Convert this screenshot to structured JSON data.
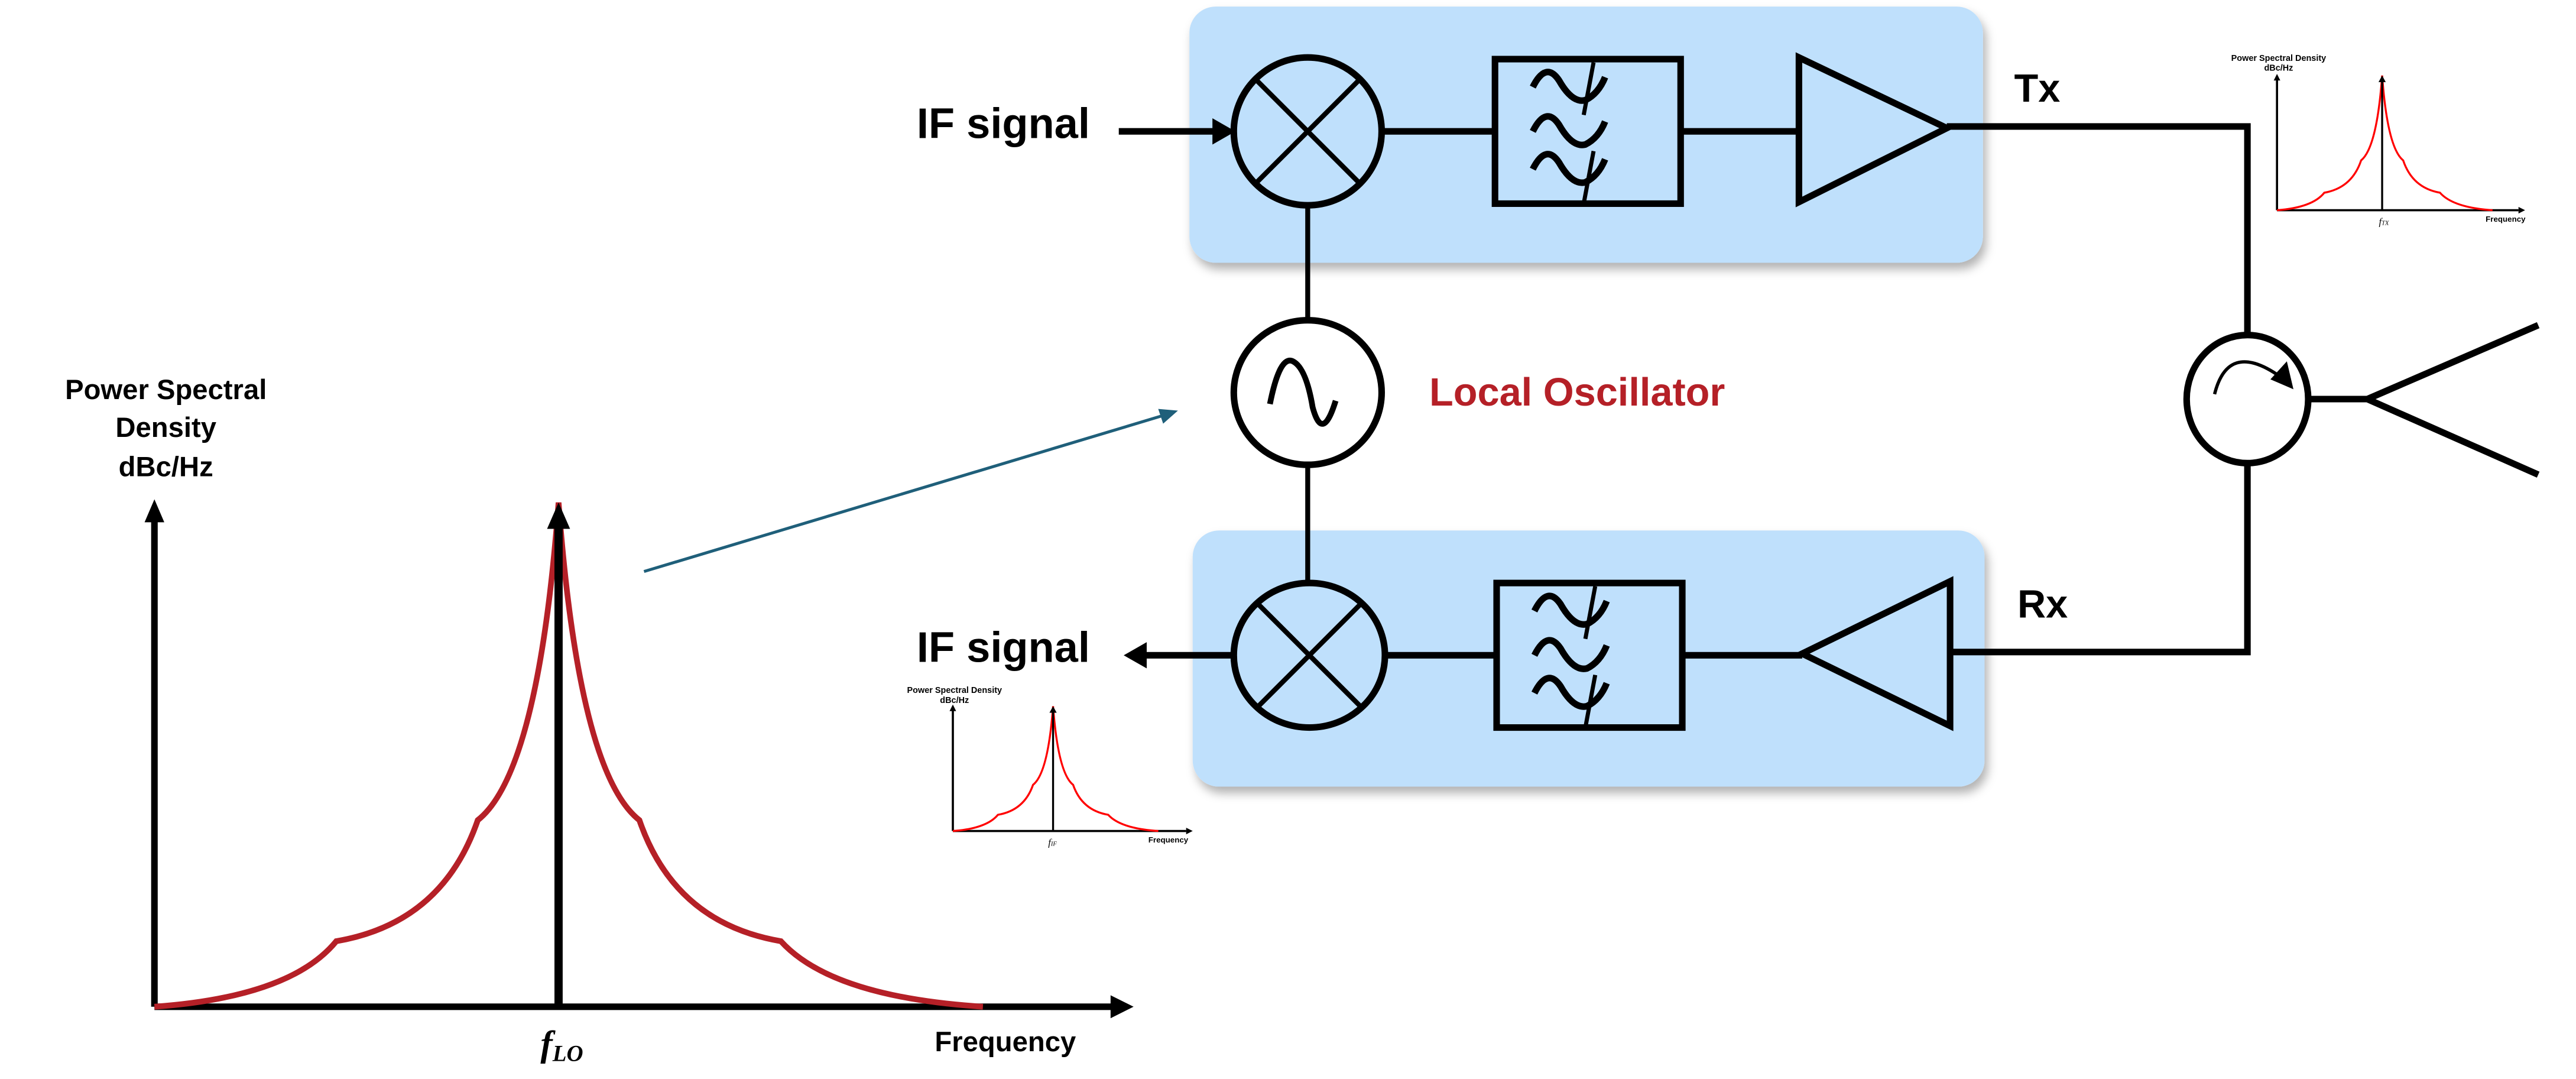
{
  "diagram": {
    "colors": {
      "panel_fill": "#bfe0fc",
      "lo_label": "#b52027",
      "psd_curve_main": "#b52027",
      "psd_curve_small": "#ff0000",
      "pointer_arrow": "#1f5f7a",
      "line": "#000000"
    },
    "tx_chain": {
      "input_label": "IF signal",
      "output_label": "Tx",
      "blocks": [
        "mixer",
        "bandpass-filter",
        "power-amplifier"
      ]
    },
    "rx_chain": {
      "output_label": "IF signal",
      "input_label": "Rx",
      "blocks": [
        "low-noise-amplifier",
        "bandpass-filter",
        "mixer"
      ]
    },
    "local_oscillator": {
      "label": "Local Oscillator"
    },
    "circulator": {
      "label": ""
    },
    "antenna": {
      "label": ""
    }
  },
  "chart_data": [
    {
      "id": "lo-phase-noise",
      "type": "line",
      "title": "",
      "ylabel_lines": [
        "Power Spectral",
        "Density",
        "dBc/Hz"
      ],
      "xlabel": "Frequency",
      "center_label_main": "f",
      "center_label_sub": "LO",
      "x": [
        -1.0,
        -0.55,
        -0.2,
        0.0,
        0.2,
        0.55,
        1.05
      ],
      "y": [
        0.0,
        0.13,
        0.37,
        1.0,
        0.37,
        0.13,
        0.0
      ],
      "xlim": [
        -1.0,
        1.4
      ],
      "ylim": [
        0,
        1.1
      ],
      "grid": false,
      "legend": "none"
    },
    {
      "id": "tx-spectrum",
      "type": "line",
      "ylabel_lines": [
        "Power Spectral Density",
        "dBc/Hz"
      ],
      "xlabel": "Frequency",
      "center_label_main": "f",
      "center_label_sub": "TX",
      "x": [
        -1.0,
        -0.55,
        -0.2,
        0.0,
        0.2,
        0.55,
        1.05
      ],
      "y": [
        0.0,
        0.13,
        0.37,
        1.0,
        0.37,
        0.13,
        0.0
      ],
      "xlim": [
        -1.0,
        1.4
      ],
      "ylim": [
        0,
        1.1
      ],
      "grid": false,
      "legend": "none"
    },
    {
      "id": "if-spectrum",
      "type": "line",
      "ylabel_lines": [
        "Power Spectral Density",
        "dBc/Hz"
      ],
      "xlabel": "Frequency",
      "center_label_main": "f",
      "center_label_sub": "IF",
      "x": [
        -1.0,
        -0.55,
        -0.2,
        0.0,
        0.2,
        0.55,
        1.05
      ],
      "y": [
        0.0,
        0.13,
        0.37,
        1.0,
        0.37,
        0.13,
        0.0
      ],
      "xlim": [
        -1.0,
        1.4
      ],
      "ylim": [
        0,
        1.1
      ],
      "grid": false,
      "legend": "none"
    }
  ]
}
